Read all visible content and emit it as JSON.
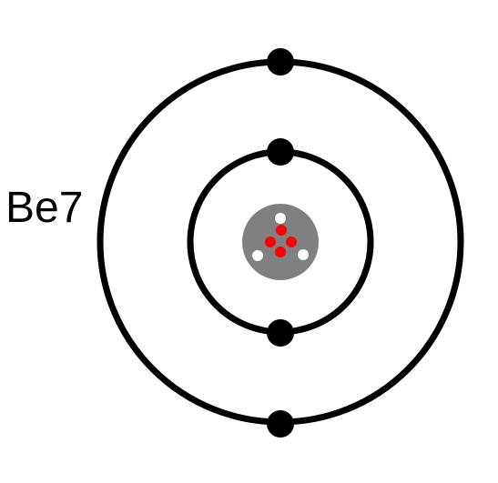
{
  "atom": {
    "label": "Be7",
    "nucleus": {
      "protons": 4,
      "neutrons": 3
    },
    "shells": [
      {
        "electrons": 2
      },
      {
        "electrons": 2
      }
    ]
  },
  "colors": {
    "background": "#ffffff",
    "orbit": "#000000",
    "electron": "#000000",
    "nucleus": "#808080",
    "proton": "#ff0000",
    "neutron": "#ffffff",
    "label": "#000000"
  }
}
